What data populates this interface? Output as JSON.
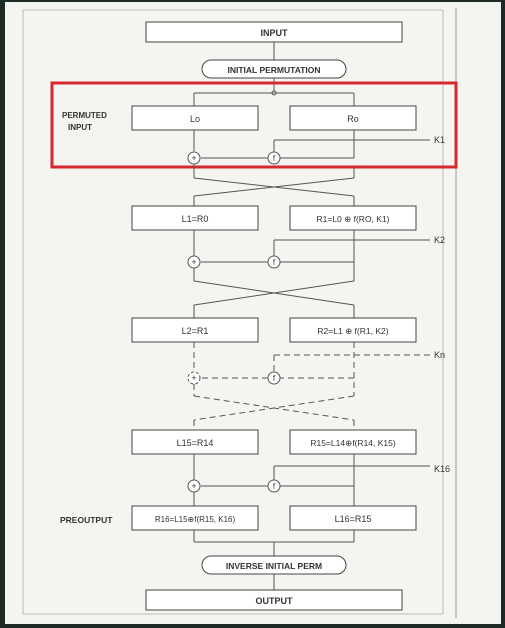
{
  "labels": {
    "input": "INPUT",
    "initial_permutation": "INITIAL PERMUTATION",
    "permuted_input_1": "PERMUTED",
    "permuted_input_2": "INPUT",
    "l0": "Lo",
    "r0": "Ro",
    "k1": "K1",
    "l1": "L1=R0",
    "r1": "R1=L0 ⊕ f(RO, K1)",
    "k2": "K2",
    "l2": "L2=R1",
    "r2": "R2=L1 ⊕ f(R1, K2)",
    "kn": "Kn",
    "l15": "L15=R14",
    "r15": "R15=L14⊕f(R14, K15)",
    "k16": "K16",
    "preoutput": "PREOUTPUT",
    "r16": "R16=L15⊕f(R15, K16)",
    "l16": "L16=R15",
    "inverse_initial_perm": "INVERSE INITIAL PERM",
    "output": "OUTPUT",
    "xor_symbol": "+",
    "f_symbol": "f"
  },
  "colors": {
    "highlight": "#d7282f"
  }
}
